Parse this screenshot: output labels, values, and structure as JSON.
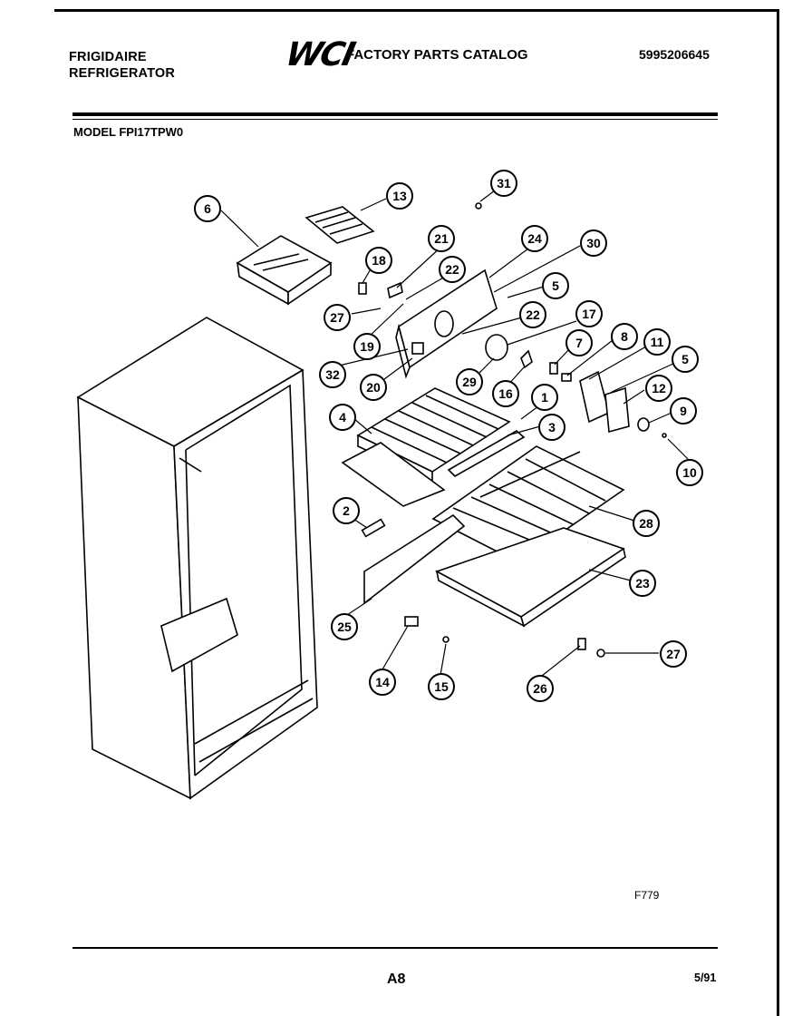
{
  "header": {
    "brand": "FRIGIDAIRE",
    "product": "REFRIGERATOR",
    "logo": "WCI",
    "catalog_title": "FACTORY PARTS CATALOG",
    "catalog_number": "5995206645"
  },
  "model": "MODEL FPI17TPW0",
  "drawing_code": "F779",
  "footer": {
    "page": "A8",
    "date": "5/91"
  },
  "callouts": [
    "1",
    "2",
    "3",
    "4",
    "5",
    "5",
    "6",
    "7",
    "8",
    "9",
    "10",
    "11",
    "12",
    "13",
    "14",
    "15",
    "16",
    "17",
    "18",
    "19",
    "20",
    "21",
    "22",
    "22",
    "23",
    "24",
    "25",
    "26",
    "27",
    "27",
    "28",
    "29",
    "30",
    "31",
    "32"
  ]
}
